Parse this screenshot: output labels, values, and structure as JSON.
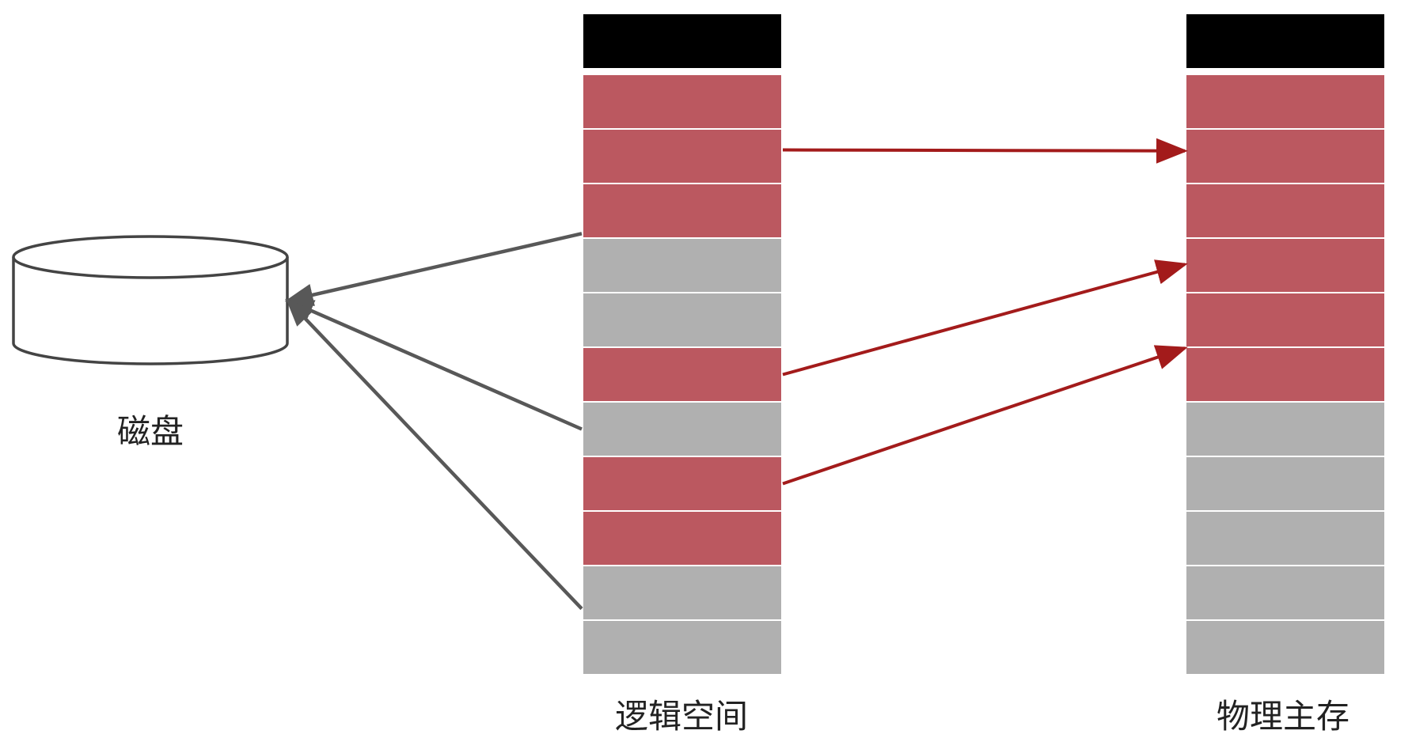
{
  "labels": {
    "disk": "磁盘",
    "logical_space": "逻辑空间",
    "physical_memory": "物理主存"
  },
  "colors": {
    "header": "#000000",
    "resident": "#bb5860",
    "swapped": "#b0b0b0",
    "arrow_memory": "#a31b1b",
    "arrow_disk": "#585858"
  },
  "logical_space": {
    "pages": [
      "resident",
      "resident",
      "resident",
      "swapped",
      "swapped",
      "resident",
      "swapped",
      "resident",
      "resident",
      "swapped",
      "swapped"
    ]
  },
  "physical_memory": {
    "frames": [
      "resident",
      "resident",
      "resident",
      "resident",
      "resident",
      "resident",
      "free",
      "free",
      "free",
      "free",
      "free"
    ]
  },
  "mappings_to_memory": [
    {
      "from_page": 1,
      "to_frame": 1
    },
    {
      "from_page": 5,
      "to_frame": 3
    },
    {
      "from_page": 7,
      "to_frame": 5
    }
  ],
  "mappings_to_disk": [
    3,
    6,
    9
  ]
}
